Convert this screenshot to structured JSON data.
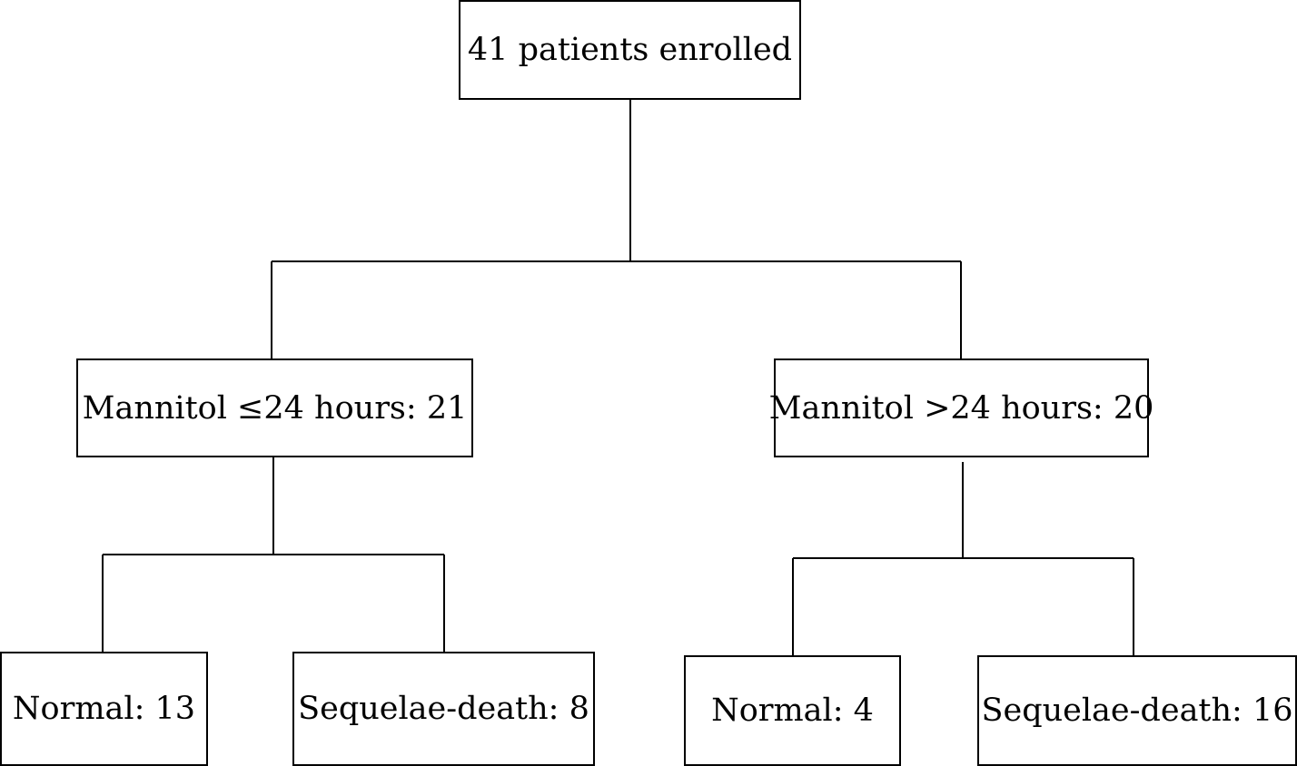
{
  "diagram": {
    "root": {
      "label": "41 patients enrolled"
    },
    "groups": [
      {
        "label": "Mannitol ≤24 hours: 21",
        "outcomes": [
          {
            "label": "Normal: 13"
          },
          {
            "label": "Sequelae-death: 8"
          }
        ]
      },
      {
        "label": "Mannitol >24 hours: 20",
        "outcomes": [
          {
            "label": "Normal: 4"
          },
          {
            "label": "Sequelae-death: 16"
          }
        ]
      }
    ]
  },
  "colors": {
    "stroke": "#000000",
    "background": "#ffffff",
    "text": "#000000"
  }
}
